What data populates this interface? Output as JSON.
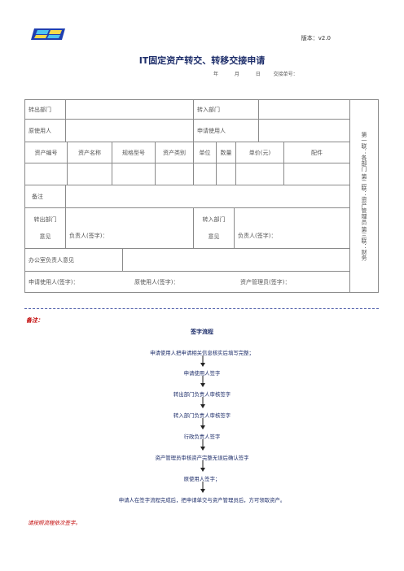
{
  "header": {
    "version": "版本：v2.0",
    "title": "IT固定资产转交、转移交接申请",
    "date_year": "年",
    "date_month": "月",
    "date_day": "日",
    "handover_no": "交接单号："
  },
  "form": {
    "row1": {
      "from_dept": "转出部门",
      "to_dept": "转入部门"
    },
    "row2": {
      "orig_user": "原使用人",
      "req_user": "申请使用人"
    },
    "columns": [
      "资产编号",
      "资产名称",
      "规格型号",
      "资产类别",
      "单位",
      "数量",
      "单价(元)",
      "配件"
    ],
    "remark": "备注",
    "opinion": {
      "from_dept": "转出部门",
      "to_dept": "转入部门",
      "opinion_label": "意见",
      "sign_left": "负责人(签字)：",
      "sign_right": "负责人(签字)："
    },
    "office_head": "办公室负责人意见",
    "signatures": {
      "req_user": "申请使用人(签字)：",
      "orig_user": "原使用人(签字)：",
      "admin": "资产管理员(签字)："
    },
    "side_text": "第一联：各部门  第二联：资产管理员  第三联：财务"
  },
  "notes": {
    "label": "备注：",
    "flow_title": "签字流程",
    "steps": [
      "申请使用人把申请相关信息核实后填写完整；",
      "申请使用人签字",
      "转出部门负责人审核签字",
      "转入部门负责人审核签字",
      "行政负责人签字",
      "资产管理员审核资产完整无误后确认签字",
      "原使用人签字；",
      "申请人在签字流程完成后，把申请单交与资产管理员后，方可领取资产。"
    ],
    "footer": "请按照流程依次签字。"
  }
}
